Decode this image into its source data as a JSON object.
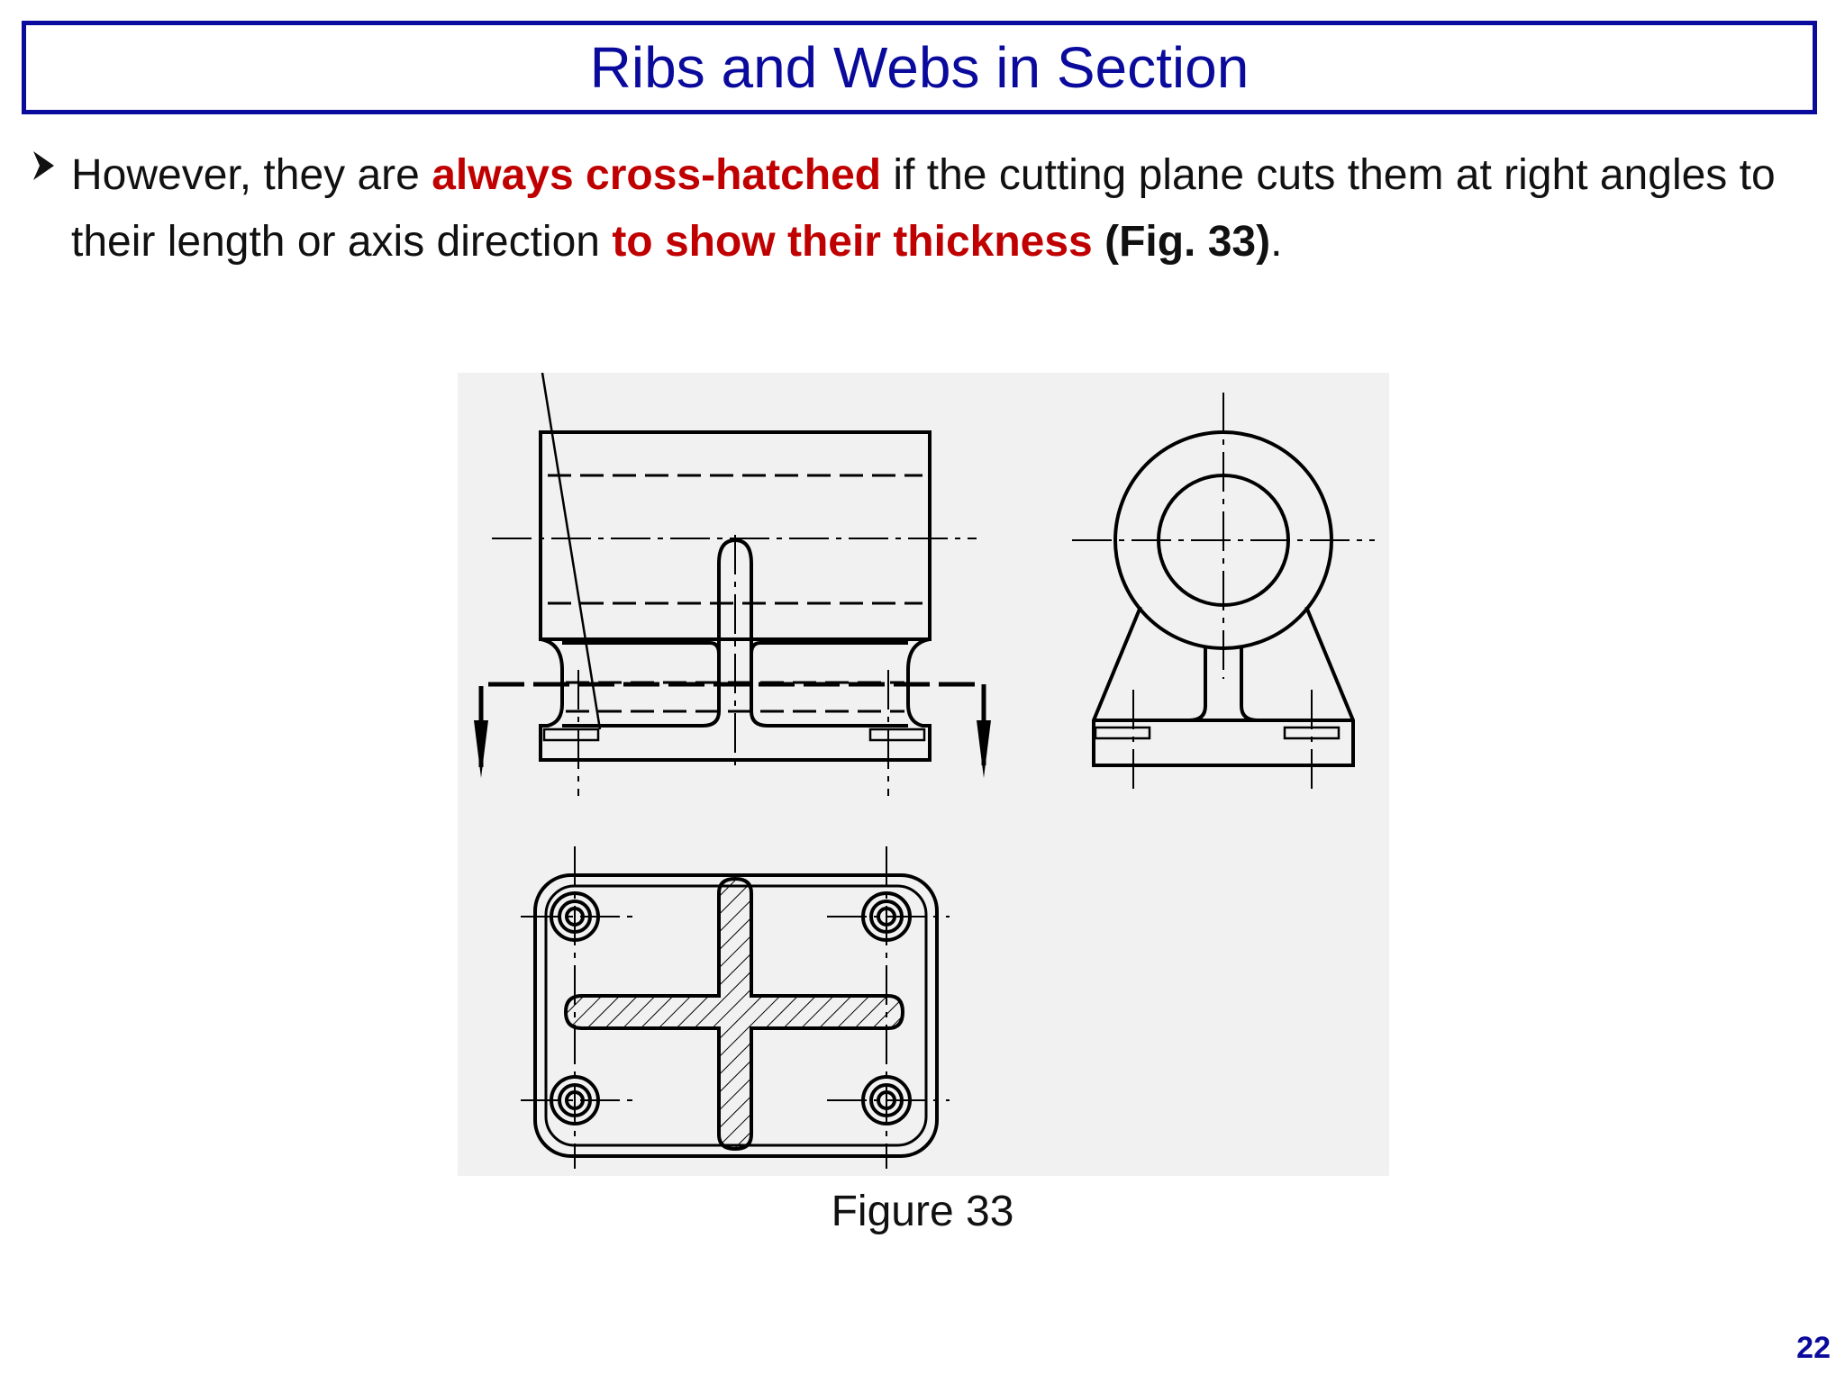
{
  "slide": {
    "title": "Ribs and Webs in Section",
    "bullet": {
      "part1": "However, they are ",
      "highlight1": "always cross-hatched",
      "part2": " if the cutting plane cuts them at right angles to their length or axis direction ",
      "highlight2": "to show their thickness",
      "part3": " ",
      "fig_ref": "(Fig. 33)",
      "part4": "."
    },
    "figure_caption": "Figure 33",
    "page_number": "22"
  },
  "colors": {
    "title": "#0a0a9c",
    "highlight": "#c00000",
    "text": "#111111",
    "figure_background": "#f1f1f1"
  },
  "icons": {
    "bullet": "right-arrowhead-bullet-icon"
  }
}
